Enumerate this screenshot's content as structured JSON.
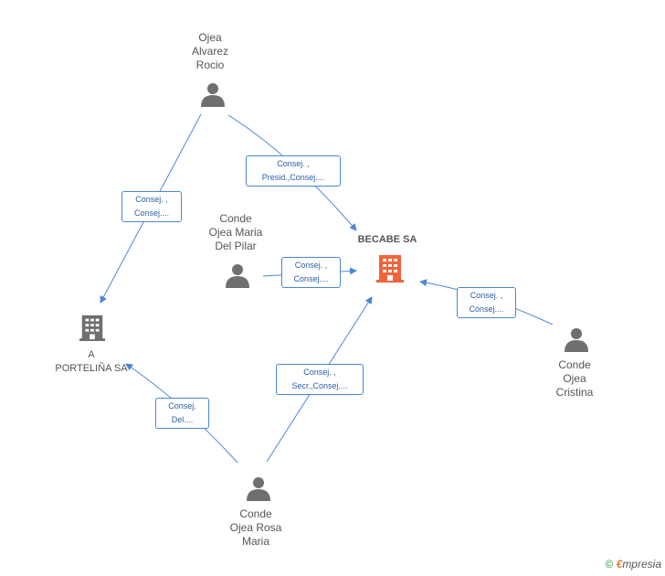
{
  "people": {
    "rocio": {
      "line1": "Ojea",
      "line2": "Alvarez",
      "line3": "Rocio"
    },
    "pilar": {
      "line1": "Conde",
      "line2": "Ojea Maria",
      "line3": "Del Pilar"
    },
    "cristina": {
      "line1": "Conde",
      "line2": "Ojea",
      "line3": "Cristina"
    },
    "rosa": {
      "line1": "Conde",
      "line2": "Ojea Rosa",
      "line3": "Maria"
    }
  },
  "companies": {
    "becabe": {
      "name": "BECABE SA"
    },
    "portelina": {
      "line1": "A",
      "line2": "PORTELIÑA SA"
    }
  },
  "edges": {
    "rocio_becabe": {
      "line1": "Consej. ,",
      "line2": "Presid.,Consej...."
    },
    "rocio_portelina": {
      "line1": "Consej. ,",
      "line2": "Consej...."
    },
    "pilar_becabe": {
      "line1": "Consej. ,",
      "line2": "Consej...."
    },
    "cristina_becabe": {
      "line1": "Consej. ,",
      "line2": "Consej...."
    },
    "rosa_becabe": {
      "line1": "Consej. ,",
      "line2": "Secr.,Consej...."
    },
    "rosa_portelina": {
      "line1": "Consej.",
      "line2": "Del...."
    }
  },
  "footer": {
    "copyright": "©",
    "brand_e": "€",
    "brand_rest": "mpresia"
  },
  "colors": {
    "edge": "#4a86d8",
    "person": "#6f6f6f",
    "company": "#6f6f6f",
    "focus": "#f0643c"
  }
}
